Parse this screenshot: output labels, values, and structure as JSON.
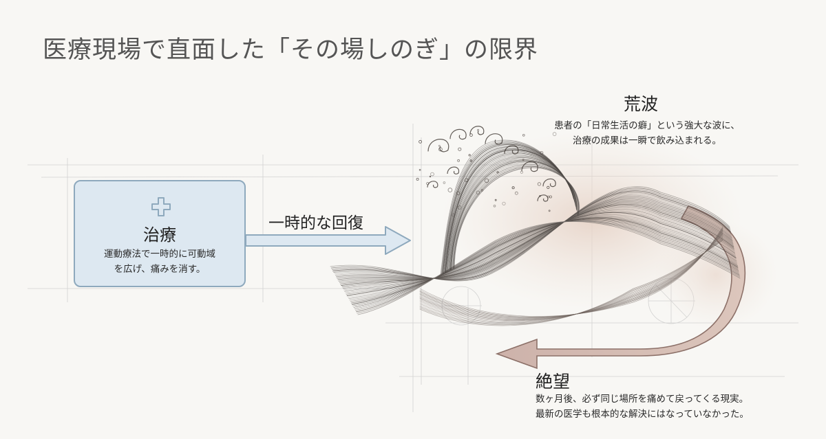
{
  "title": "医療現場で直面した「その場しのぎ」の限界",
  "treatment": {
    "icon": "medical-cross-icon",
    "title": "治療",
    "desc_line1": "運動療法で一時的に可動域",
    "desc_line2": "を広げ、痛みを消す。"
  },
  "recovery_label": "一時的な回復",
  "wave": {
    "title": "荒波",
    "desc_line1": "患者の「日常生活の癖」という強大な波に、",
    "desc_line2": "治療の成果は一瞬で飲み込まれる。"
  },
  "despair": {
    "title": "絶望",
    "desc_line1": "数ヶ月後、必ず同じ場所を痛めて戻ってくる現実。",
    "desc_line2": "最新の医学も根本的な解決にはなっていなかった。"
  },
  "colors": {
    "box_fill": "#dde8f1",
    "box_border": "#8ea9bd",
    "wave_tint": "#e7d3c8",
    "return_arrow": "#c9aaa2"
  }
}
